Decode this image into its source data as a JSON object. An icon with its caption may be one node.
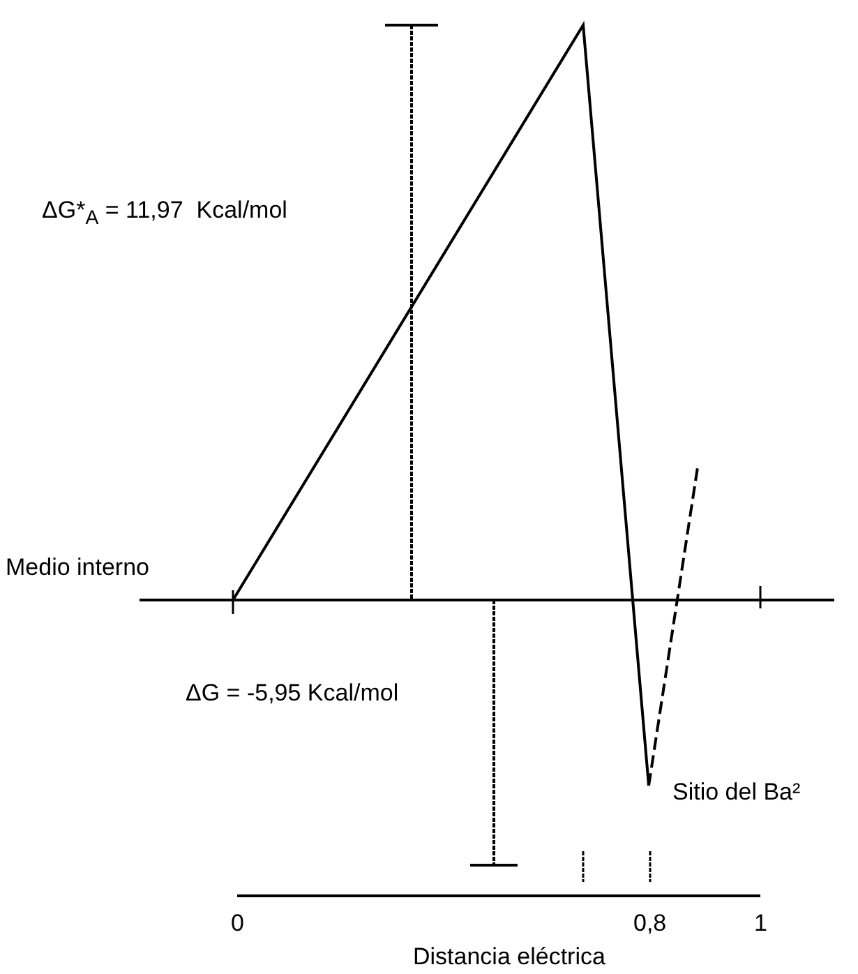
{
  "diagram": {
    "labels": [
      "ΔG*$_{A}$ = 11,97  Kcal/mol",
      "Medio interno",
      "ΔG = -5,95 Kcal/mol",
      "Sitio del Ba²",
      "0",
      "0,8",
      "1",
      "Distancia eléctrica"
    ]
  }
}
